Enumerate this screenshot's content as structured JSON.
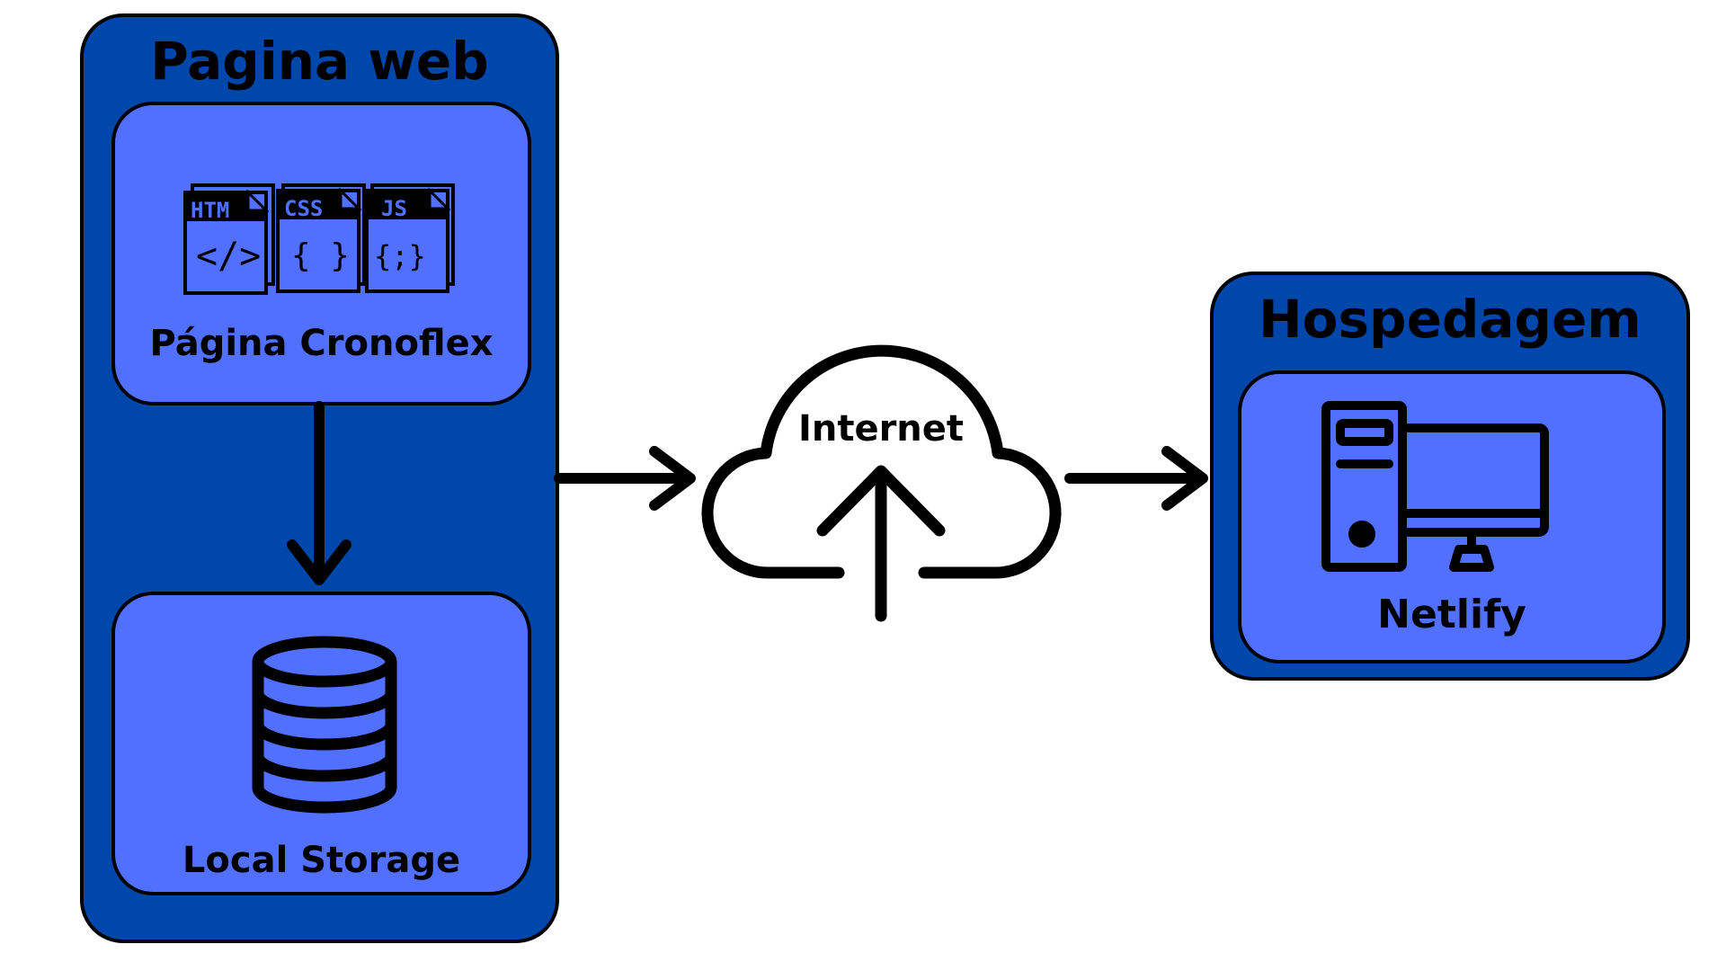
{
  "web": {
    "title": "Pagina web",
    "page": {
      "label": "Página Cronoflex",
      "file_icons": [
        "HTM",
        "CSS",
        "JS"
      ],
      "file_symbols": [
        "</>",
        "{ }",
        "{;}"
      ]
    },
    "storage": {
      "label": "Local Storage"
    }
  },
  "internet": {
    "label": "Internet"
  },
  "hosting": {
    "title": "Hospedagem",
    "server": {
      "label": "Netlify"
    }
  },
  "colors": {
    "outer": "#0047ab",
    "inner": "#5170ff",
    "stroke": "#000000"
  }
}
